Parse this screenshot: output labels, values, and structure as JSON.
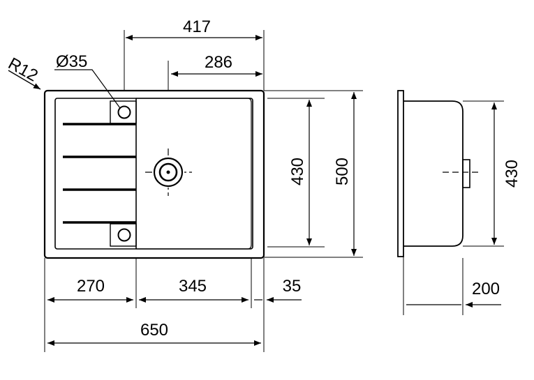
{
  "labels": {
    "radius": "R12",
    "hole": "Ø35",
    "top_total_width": "417",
    "top_bowl_offset": "286",
    "height_inner": "430",
    "height_outer": "500",
    "drainer_width": "270",
    "bowl_width": "345",
    "rim_width": "35",
    "total_width": "650",
    "side_height": "430",
    "side_depth": "200"
  },
  "colors": {
    "stroke": "#000000",
    "fill_light": "#ffffff"
  }
}
